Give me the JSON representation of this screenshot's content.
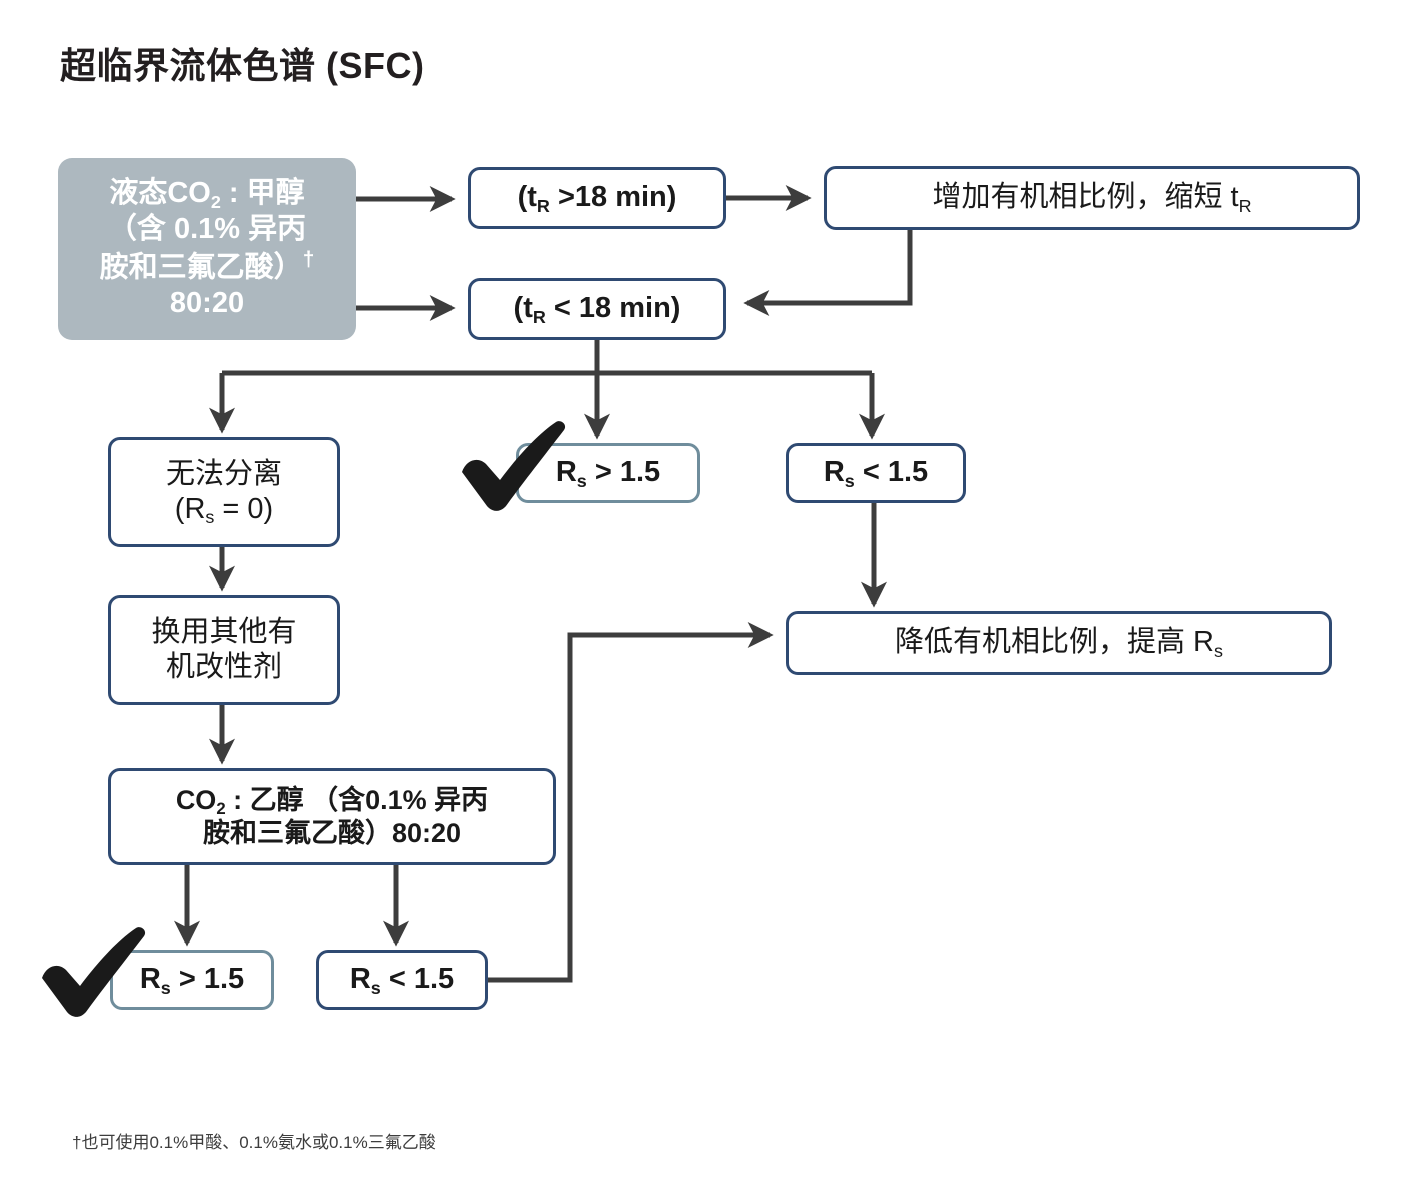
{
  "title": "超临界流体色谱 (SFC)",
  "footnote": "†也可使用0.1%甲酸、0.1%氨水或0.1%三氟乙酸",
  "colors": {
    "node_border": "#2f4a72",
    "node_border_light": "#6f8d9c",
    "start_fill": "#adb8bf",
    "connector": "#3d3d3d",
    "text": "#1a1a1a",
    "title": "#231f20"
  },
  "nodes": {
    "start": {
      "line1": "液态CO",
      "sub1": "2",
      "line1b": " : 甲醇",
      "line2": "（含 0.1% 异丙",
      "line3": "胺和三氟乙酸）",
      "dagger": "†",
      "line4": "80:20"
    },
    "tr_gt": {
      "pre": "(t",
      "sub": "R",
      "post": " >18 min)"
    },
    "tr_lt": {
      "pre": "(t",
      "sub": "R",
      "post": " < 18 min)"
    },
    "increase": {
      "pre": "增加有机相比例，缩短 t",
      "sub": "R"
    },
    "no_separation": {
      "line1": "无法分离",
      "pre": "(R",
      "sub": "s",
      "post": " = 0)"
    },
    "rs_gt_top": {
      "pre": "R",
      "sub": "s",
      "post": " > 1.5"
    },
    "rs_lt_top": {
      "pre": "R",
      "sub": "s",
      "post": " < 1.5"
    },
    "swap_modifier": {
      "line1": "换用其他有",
      "line2": "机改性剂"
    },
    "decrease": {
      "pre": "降低有机相比例，提高 R",
      "sub": "s"
    },
    "co2_ethanol": {
      "pre": "CO",
      "sub": "2",
      "line1b": " : 乙醇 （含0.1% 异丙",
      "line2": "胺和三氟乙酸）80:20"
    },
    "rs_gt_bottom": {
      "pre": "R",
      "sub": "s",
      "post": " > 1.5"
    },
    "rs_lt_bottom": {
      "pre": "R",
      "sub": "s",
      "post": " < 1.5"
    }
  },
  "markers": {
    "check_1": "check-mark",
    "check_2": "check-mark"
  },
  "flow_edges": [
    {
      "from": "start",
      "to": "tr_gt",
      "type": "straight-right"
    },
    {
      "from": "start",
      "to": "tr_lt",
      "type": "straight-right"
    },
    {
      "from": "tr_gt",
      "to": "increase",
      "type": "straight-right"
    },
    {
      "from": "increase",
      "to": "tr_lt",
      "type": "loop-back-left"
    },
    {
      "from": "tr_lt",
      "to": "no_separation",
      "type": "split-down-left"
    },
    {
      "from": "tr_lt",
      "to": "rs_gt_top",
      "type": "split-down-center"
    },
    {
      "from": "tr_lt",
      "to": "rs_lt_top",
      "type": "split-down-right"
    },
    {
      "from": "rs_lt_top",
      "to": "decrease",
      "type": "straight-down"
    },
    {
      "from": "no_separation",
      "to": "swap_modifier",
      "type": "straight-down"
    },
    {
      "from": "swap_modifier",
      "to": "co2_ethanol",
      "type": "straight-down"
    },
    {
      "from": "co2_ethanol",
      "to": "rs_gt_bottom",
      "type": "split-down-left"
    },
    {
      "from": "co2_ethanol",
      "to": "rs_lt_bottom",
      "type": "split-down-right"
    },
    {
      "from": "rs_lt_bottom",
      "to": "decrease",
      "type": "route-right-up-right"
    }
  ]
}
